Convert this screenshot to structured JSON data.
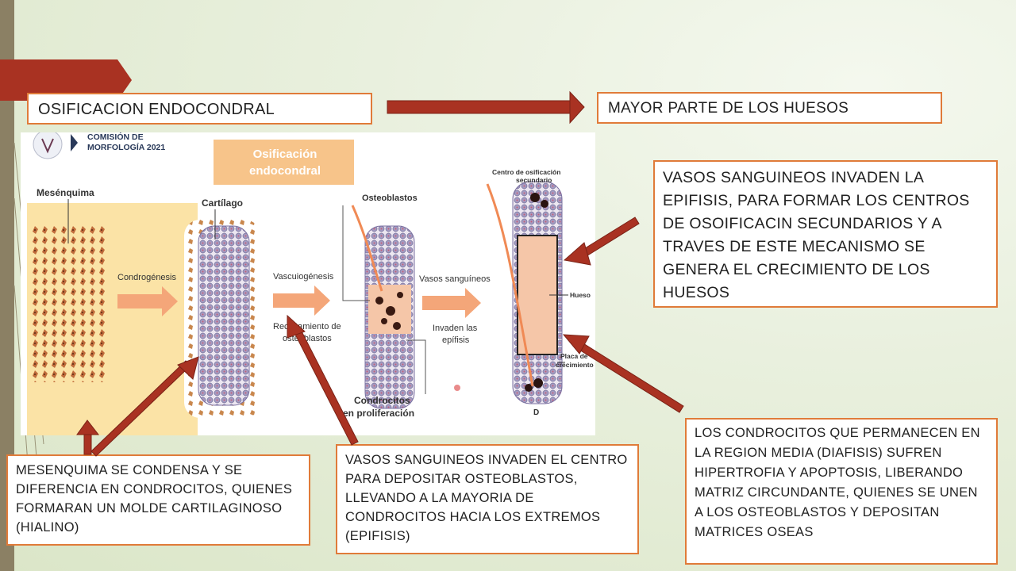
{
  "slide": {
    "title": "OSIFICACION ENDOCONDRAL",
    "result": "MAYOR PARTE DE LOS HUESOS",
    "boxes": {
      "vasos_epifisis": "VASOS SANGUINEOS INVADEN LA EPIFISIS, PARA FORMAR LOS CENTROS DE OSOIFICACIN SECUNDARIOS Y A TRAVES DE ESTE MECANISMO SE GENERA EL CRECIMIENTO DE LOS HUESOS",
      "mesenquima": "MESENQUIMA SE CONDENSA Y SE DIFERENCIA EN CONDROCITOS, QUIENES FORMARAN UN MOLDE CARTILAGINOSO (HIALINO)",
      "vasos_centro": "VASOS SANGUINEOS INVADEN EL CENTRO PARA DEPOSITAR OSTEOBLASTOS, LLEVANDO A LA MAYORIA DE CONDROCITOS HACIA LOS EXTREMOS (EPIFISIS)",
      "condrocitos": "LOS CONDROCITOS QUE PERMANECEN EN LA REGION MEDIA (DIAFISIS) SUFREN HIPERTROFIA Y APOPTOSIS, LIBERANDO MATRIZ CIRCUNDANTE, QUIENES SE UNEN A LOS OSTEOBLASTOS Y DEPOSITAN MATRICES OSEAS"
    }
  },
  "figure": {
    "logo_line1": "COMISIÓN DE",
    "logo_line2": "MORFOLOGÍA 2021",
    "heading_line1": "Osificación",
    "heading_line2": "endocondral",
    "mesenquima": "Mesénquima",
    "condrogenesis": "Condrogénesis",
    "cartilago": "Cartílago",
    "vasculogenesis": "Vascuiogénesis",
    "reclutamiento_line1": "Reclutamiento de",
    "reclutamiento_line2": "osteoblastos",
    "osteoblastos": "Osteoblastos",
    "vasos": "Vasos sanguíneos",
    "invaden_line1": "Invaden las",
    "invaden_line2": "epífisis",
    "condrocitos_line1": "Condrocitos",
    "condrocitos_line2": "en proliferación",
    "centro_line1": "Centro de osificación",
    "centro_line2": "secundario",
    "hueso": "Hueso",
    "placa_line1": "Placa de",
    "placa_line2": "crecimiento",
    "d_label": "D"
  },
  "colors": {
    "accent_border": "#e07b39",
    "arrow_red": "#a93222",
    "figure_heading_bg": "#f7c48a",
    "mesenchyme_bg": "#fbe3a6"
  }
}
